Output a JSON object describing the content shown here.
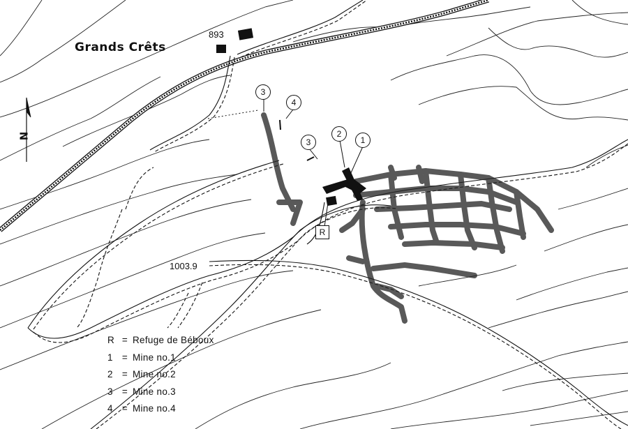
{
  "map": {
    "place_name": "Grands Crêts",
    "elevation_top": "893",
    "elevation_road": "1003.9",
    "north_label": "N",
    "refuge_marker": "R",
    "mine_markers": [
      "1",
      "2",
      "3",
      "3",
      "4"
    ],
    "line_color": "#111111",
    "background": "#ffffff"
  },
  "legend": {
    "items": [
      {
        "key": "R",
        "label": "Refuge de Béboux"
      },
      {
        "key": "1",
        "label": "Mine no.1"
      },
      {
        "key": "2",
        "label": "Mine no.2"
      },
      {
        "key": "3",
        "label": "Mine no.3"
      },
      {
        "key": "4",
        "label": "Mine no.4"
      }
    ],
    "separator": "="
  }
}
